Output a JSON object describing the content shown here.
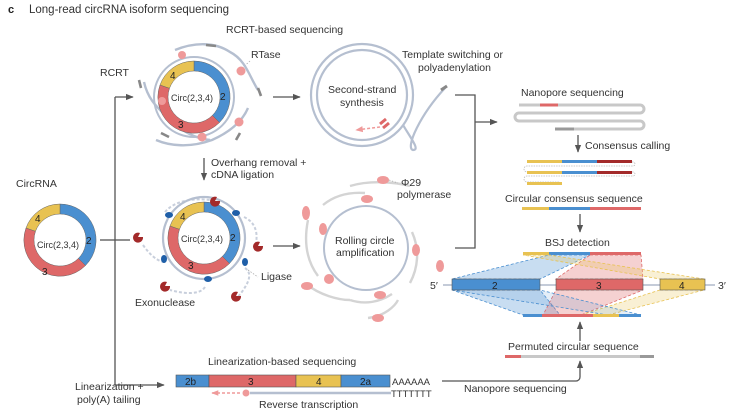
{
  "panel": {
    "letter": "c",
    "title": "Long-read circRNA isoform sequencing"
  },
  "colors": {
    "exon2": "#4a8fd0",
    "exon3": "#de6868",
    "exon4": "#e8c252",
    "dark_red": "#a32a2a",
    "strand": "#b5bfd0",
    "grey_strand": "#c8c8c8",
    "enzyme_blue": "#1f5fa8",
    "pink": "#ef9a9a"
  },
  "circrna": {
    "label": "CircRNA",
    "center_label": "Circ(2,3,4)",
    "exons": [
      "2",
      "3",
      "4"
    ]
  },
  "rcrt": {
    "section_title": "RCRT-based sequencing",
    "label": "RCRT",
    "enzyme_label": "RTase",
    "center_label": "Circ(2,3,4)",
    "exons": [
      "2",
      "3",
      "4"
    ]
  },
  "second_strand": {
    "label_line1": "Second-strand",
    "label_line2": "synthesis",
    "note_line1": "Template switching or",
    "note_line2": "polyadenylation"
  },
  "overhang": {
    "step_line1": "Overhang removal +",
    "step_line2": "cDNA ligation",
    "center_label": "Circ(2,3,4)",
    "exons": [
      "2",
      "3",
      "4"
    ],
    "ligase_label": "Ligase",
    "exonuclease_label": "Exonuclease"
  },
  "rca": {
    "label_line1": "Rolling circle",
    "label_line2": "amplification",
    "enzyme_line1": "Φ29",
    "enzyme_line2": "polymerase"
  },
  "nanopore": {
    "title": "Nanopore sequencing",
    "consensus_step": "Consensus calling",
    "consensus_label": "Circular consensus sequence",
    "bsj_step": "BSJ detection"
  },
  "genome": {
    "five_prime": "5′",
    "three_prime": "3′",
    "exons": [
      "2",
      "3",
      "4"
    ]
  },
  "permuted": {
    "label": "Permuted circular sequence"
  },
  "linearization": {
    "section_title": "Linearization-based sequencing",
    "step_line1": "Linearization +",
    "step_line2": "poly(A) tailing",
    "segments": [
      "2b",
      "3",
      "4",
      "2a"
    ],
    "poly_a": "AAAAAA",
    "poly_t": "TTTTTTT",
    "rt_label": "Reverse transcription",
    "nanopore_label": "Nanopore sequencing"
  }
}
